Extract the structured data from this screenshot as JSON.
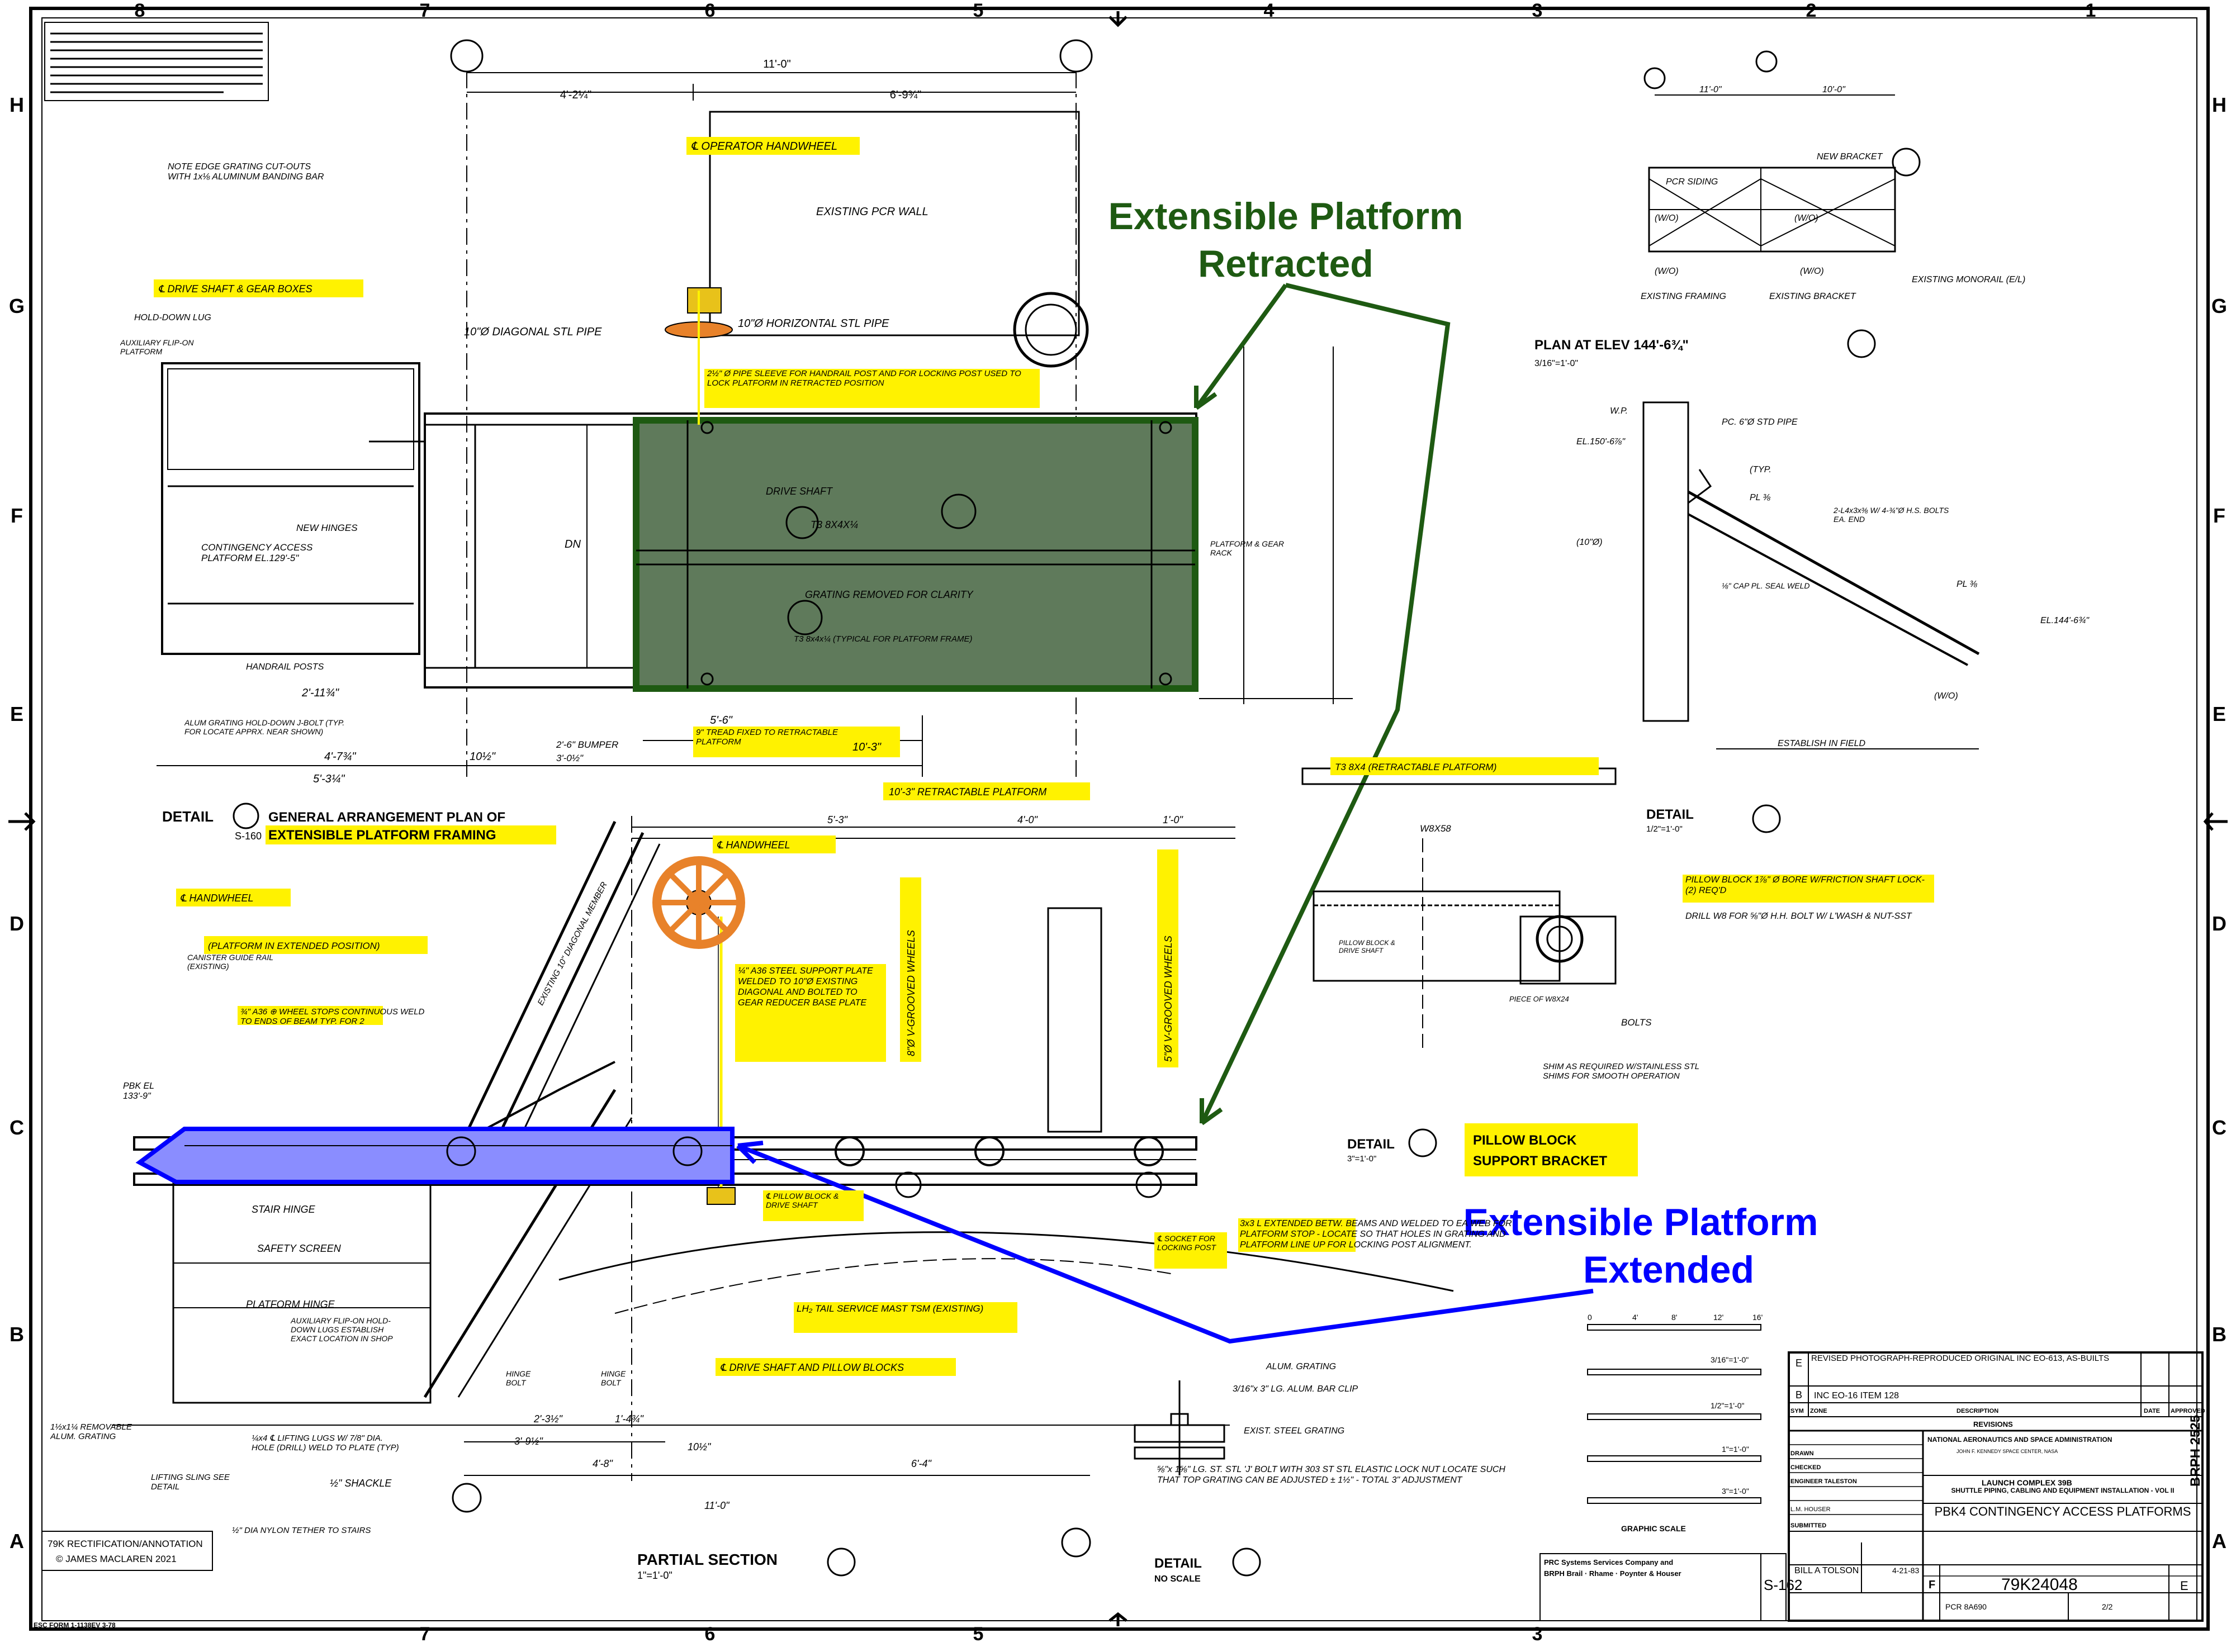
{
  "border": {
    "columns": [
      "8",
      "7",
      "6",
      "5",
      "4",
      "3",
      "2",
      "1"
    ],
    "rows": [
      "H",
      "G",
      "F",
      "E",
      "D",
      "C",
      "B",
      "A"
    ]
  },
  "overlays": {
    "retracted_label": [
      "Extensible Platform",
      "Retracted"
    ],
    "extended_label": [
      "Extensible Platform",
      "Extended"
    ],
    "retracted_color": "#1e5a12",
    "retracted_fill": "#5f7a5b",
    "extended_color": "#0000ff",
    "extended_fill": "#8a8dff",
    "highlight_color": "#fff200",
    "handwheel_color": "#e8822a"
  },
  "plan": {
    "dims": [
      "11'-0\"",
      "4'-2¼\"",
      "6'-9¾\"",
      "10'-3\"",
      "5'-3¼\"",
      "4'-7¾\"",
      "2'-11¾\"",
      "10½\"",
      "5'-6\"",
      "2'-6\" BUMPER",
      "3'-0½\""
    ],
    "labels": {
      "operator_handwheel": "℄ OPERATOR HANDWHEEL",
      "drive_shaft_gear": "℄ DRIVE SHAFT & GEAR BOXES",
      "pipe_sleeve": "2½\" Ø PIPE SLEEVE FOR HANDRAIL POST AND FOR LOCKING POST USED TO LOCK PLATFORM IN RETRACTED POSITION",
      "tread": "9\" TREAD FIXED TO RETRACTABLE PLATFORM",
      "note": "NOTE EDGE GRATING CUT-OUTS WITH 1x⅛ ALUMINUM BANDING BAR",
      "existing_pcr_wall": "EXISTING PCR WALL",
      "grating_removed": "GRATING REMOVED FOR CLARITY",
      "contingency": "CONTINGENCY ACCESS PLATFORM EL.129'-5\"",
      "diagonal_pipe": "10\"Ø DIAGONAL STL PIPE",
      "horizontal_pipe": "10\"Ø HORIZONTAL STL PIPE",
      "drive_shaft": "DRIVE SHAFT",
      "platform_gear_rack": "PLATFORM & GEAR RACK",
      "aux_flip": "AUXILIARY FLIP-ON PLATFORM",
      "new_hinges": "NEW HINGES",
      "hold_down": "HOLD-DOWN LUG",
      "handrail_posts": "HANDRAIL POSTS",
      "alum_grating": "ALUM GRATING HOLD-DOWN J-BOLT (TYP. FOR LOCATE APPRX. NEAR SHOWN)",
      "t3_sections": "T3 8x4x¼ (TYPICAL FOR PLATFORM FRAME)",
      "t3_8x4": "T3 8X4X¼",
      "dn": "DN"
    },
    "title_line1": "DETAIL",
    "title_line2": "GENERAL ARRANGEMENT PLAN OF",
    "title_line3": "EXTENSIBLE PLATFORM FRAMING",
    "scale": "S-160"
  },
  "section": {
    "dims": [
      "10'-3\" RETRACTABLE PLATFORM",
      "5'-3\"",
      "4'-0\"",
      "1'-0\"",
      "11'-0\"",
      "4'-8\"",
      "6'-4\"",
      "3'-9½\"",
      "2'-3½\"",
      "1'-4¾\"",
      "10½\""
    ],
    "labels": {
      "handwheel_top": "℄ HANDWHEEL",
      "handwheel_left": "℄ HANDWHEEL",
      "extended_position": "(PLATFORM IN EXTENDED POSITION)",
      "steel_plate": "¼\" A36 STEEL SUPPORT PLATE WELDED TO 10\"Ø EXISTING DIAGONAL AND BOLTED TO GEAR REDUCER BASE PLATE",
      "wheel_stops": "¾\" A36 ⊕ WHEEL STOPS CONTINUOUS WELD TO ENDS OF BEAM TYP. FOR 2",
      "grooved_wheels_1": "8\"Ø V-GROOVED WHEELS",
      "grooved_wheels_2": "5\"Ø V-GROOVED WHEELS",
      "pillow_drive": "℄ PILLOW BLOCK & DRIVE SHAFT",
      "socket": "℄ SOCKET FOR LOCKING POST",
      "lh2_mast": "LH₂ TAIL SERVICE MAST TSM (EXISTING)",
      "drive_shaft_pillow": "℄ DRIVE SHAFT AND PILLOW BLOCKS",
      "extended_beams": "3x3 L EXTENDED BETW. BEAMS AND WELDED TO EA WEB FOR PLATFORM STOP - LOCATE SO THAT HOLES IN GRATING AND PLATFORM LINE UP FOR LOCKING POST ALIGNMENT.",
      "pbk_el": "PBK EL 133'-9\"",
      "canister": "CANISTER GUIDE RAIL (EXISTING)",
      "stair_hinge": "STAIR HINGE",
      "safety_screen": "SAFETY SCREEN",
      "platform_hinge": "PLATFORM HINGE",
      "aux_lugs": "AUXILIARY FLIP-ON HOLD-DOWN LUGS ESTABLISH EXACT LOCATION IN SHOP",
      "lifting_lugs": "¼x4 ℄ LIFTING LUGS W/ 7/8\" DIA. HOLE (DRILL) WELD TO PLATE (TYP)",
      "removable": "1½x1¼ REMOVABLE ALUM. GRATING",
      "sling": "LIFTING SLING SEE DETAIL",
      "shackle": "½\" SHACKLE",
      "tether": "½\" DIA NYLON TETHER TO STAIRS",
      "hinge_bolt_1": "HINGE BOLT",
      "hinge_bolt_2": "HINGE BOLT",
      "existing_diagonal": "EXISTING 10\" DIAGONAL MEMBER"
    },
    "title_line1": "PARTIAL SECTION",
    "title_line2": "1\"=1'-0\""
  },
  "upper_right": {
    "title": "PLAN AT ELEV 144'-6¾\"",
    "scale": "3/16\"=1'-0\"",
    "dims": [
      "11'-0\"",
      "10'-0\""
    ],
    "labels": [
      "PCR SIDING",
      "NEW BRACKET",
      "(W/O)",
      "(W/O)",
      "(W/O)",
      "(W/O)",
      "EXISTING FRAMING",
      "EXISTING BRACKET",
      "EXISTING MONORAIL (E/L)"
    ]
  },
  "detail_c": {
    "title": "DETAIL",
    "scale": "1/2\"=1'-0\"",
    "labels": {
      "t3": "T3 8X4 (RETRACTABLE PLATFORM)",
      "w8": "W8X58",
      "pillow": "PILLOW BLOCK 1⅞\" Ø BORE W/FRICTION SHAFT LOCK-(2) REQ'D",
      "drill": "DRILL W8 FOR ⅝\"Ø H.H. BOLT W/ L'WASH & NUT-SST",
      "shim": "SHIM AS REQUIRED W/STAINLESS STL SHIMS FOR SMOOTH OPERATION",
      "bolts": "BOLTS",
      "piece": "PIECE OF W8X24",
      "pillow_block_small": "PILLOW BLOCK & DRIVE SHAFT"
    }
  },
  "detail_e": {
    "title": "DETAIL",
    "scale": "3\"=1'-0\"",
    "highlight_line1": "PILLOW BLOCK",
    "highlight_line2": "SUPPORT BRACKET"
  },
  "detail_right": {
    "labels": [
      "W.P.",
      "PC. 6\"Ø STD PIPE",
      "EL.150'-6⅞\"",
      "(TYP.",
      "PL ⅜",
      "(10\"Ø)",
      "2-L4x3x⅜ W/ 4-¾\"Ø H.S. BOLTS EA. END",
      "⅛\" CAP PL. SEAL WELD",
      "PL ⅜",
      "EL.144'-6¾\"",
      "(W/O)",
      "ESTABLISH IN FIELD"
    ]
  },
  "detail_f": {
    "title": "DETAIL",
    "scale": "NO SCALE",
    "labels": [
      "ALUM. GRATING",
      "3/16\"x 3\" LG. ALUM. BAR CLIP",
      "EXIST. STEEL GRATING",
      "⅝\"x 1⅝\" LG. ST. STL 'J' BOLT WITH 303 ST STL ELASTIC LOCK NUT",
      "LOCATE SUCH THAT TOP GRATING CAN BE ADJUSTED ± 1½\" - TOTAL 3\" ADJUSTMENT"
    ]
  },
  "graphic_scale": {
    "label": "GRAPHIC SCALE",
    "rows": [
      "3/16\"=1'-0\"",
      "1/2\"=1'-0\"",
      "1\"=1'-0\"",
      "3\"=1'-0\""
    ],
    "ticks_top": [
      "0",
      "4'",
      "8'",
      "12'",
      "16'"
    ]
  },
  "title_block": {
    "revisions": [
      {
        "sym": "E",
        "desc": "REVISED PHOTOGRAPH-REPRODUCED ORIGINAL INC EO-613, AS-BUILTS"
      },
      {
        "sym": "B",
        "desc": "INC EO-16 ITEM 128"
      }
    ],
    "rev_headers": [
      "SYM",
      "ZONE",
      "DESCRIPTION",
      "DATE",
      "APPROVED"
    ],
    "revisions_label": "REVISIONS",
    "agency": "NATIONAL AERONAUTICS AND SPACE ADMINISTRATION",
    "center": "JOHN F. KENNEDY SPACE CENTER, NASA",
    "project": "LAUNCH COMPLEX 39B",
    "subproject": "SHUTTLE PIPING, CABLING AND EQUIPMENT INSTALLATION - VOL II",
    "drawing_title": "PBK4 CONTINGENCY ACCESS PLATFORMS",
    "signatures": [
      "DRAWN",
      "CHECKED",
      "ENGINEER TALESTON",
      "L.M. HOUSER",
      "SUBMITTED"
    ],
    "approved": "BILL A TOLSON",
    "approved_date": "4-21-83",
    "size": "F",
    "dwg_no": "79K24048",
    "rev": "E",
    "proj_no": "PCR 8A690",
    "sheet": "2/2",
    "sheet_ref": "S-162",
    "firm_line1": "PRC Systems Services Company and",
    "firm_line2": "BRPH Brail · Rhame · Poynter & Houser",
    "side_code": "BRPH 2525"
  },
  "credit": {
    "line1": "79K RECTIFICATION/ANNOTATION",
    "line2": "© JAMES MACLAREN 2021"
  },
  "esc_form": "ESC FORM 1-1138EV 3-78"
}
